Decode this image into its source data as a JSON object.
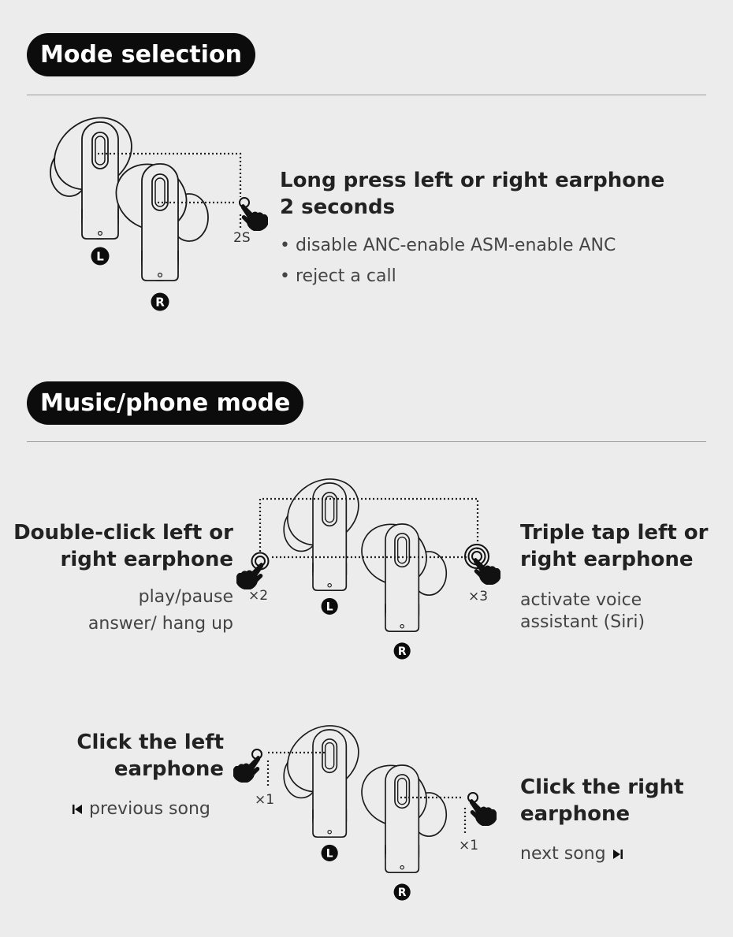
{
  "section1": {
    "title": "Mode selection",
    "heading_line1": "Long press left or right earphone",
    "heading_line2": "2 seconds",
    "bullets": [
      "• disable ANC-enable ASM-enable ANC",
      "• reject a call"
    ],
    "press_label": "2S"
  },
  "section2": {
    "title": "Music/phone mode",
    "double": {
      "line1": "Double-click left or",
      "line2": "right earphone",
      "desc1": "play/pause",
      "desc2": "answer/ hang up",
      "count": "×2"
    },
    "triple": {
      "line1": "Triple tap left or",
      "line2": "right earphone",
      "desc1": "activate voice",
      "desc2": "assistant (Siri)",
      "count": "×3"
    },
    "left_click": {
      "line1": "Click the left",
      "line2": "earphone",
      "desc": "previous song",
      "count": "×1",
      "icon": "previous-track-icon"
    },
    "right_click": {
      "line1": "Click the right",
      "line2": "earphone",
      "desc": "next song",
      "count": "×1",
      "icon": "next-track-icon"
    }
  },
  "badges": {
    "left": "L",
    "right": "R"
  }
}
